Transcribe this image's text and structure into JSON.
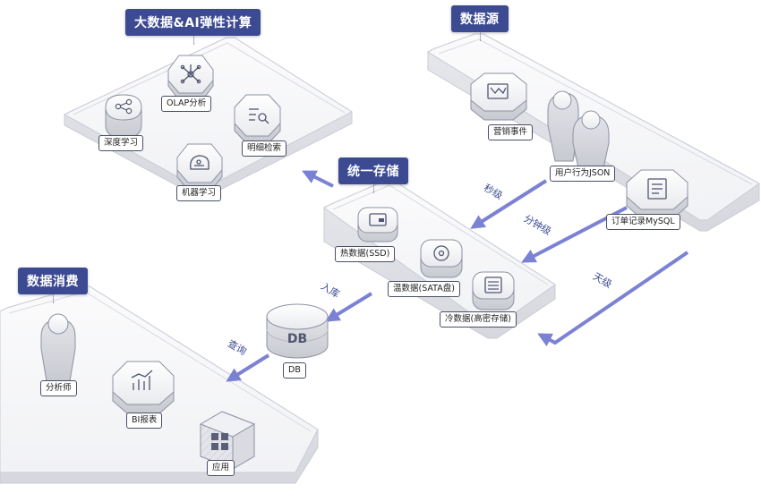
{
  "regions": {
    "compute": {
      "title": "大数据&AI弹性计算"
    },
    "source": {
      "title": "数据源"
    },
    "storage": {
      "title": "统一存储"
    },
    "consume": {
      "title": "数据消费"
    }
  },
  "nodes": {
    "olap": "OLAP分析",
    "deep_learning": "深度学习",
    "detail_search": "明细检索",
    "machine_learning": "机器学习",
    "marketing": "营销事件",
    "user_behavior": "用户行为JSON",
    "order_record": "订单记录MySQL",
    "hot": "热数据(SSD)",
    "warm": "温数据(SATA盘)",
    "cold": "冷数据(高密存储)",
    "db": "DB",
    "db_glyph": "DB",
    "analyst": "分析师",
    "bi": "BI报表",
    "app": "应用"
  },
  "flows": {
    "second": "秒级",
    "minute": "分钟级",
    "day": "天级",
    "ingest": "入库",
    "query": "查询"
  },
  "colors": {
    "title_bg": "#3c4a92",
    "arrow": "#7b82d4",
    "platform_stroke": "#c9ccd6"
  }
}
